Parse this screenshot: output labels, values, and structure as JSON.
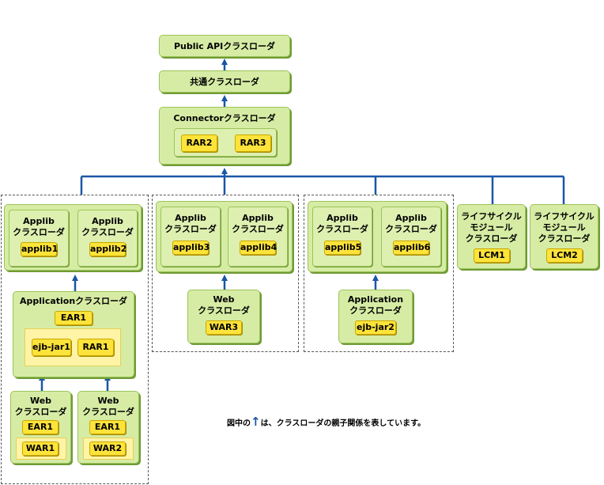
{
  "public_api": "Public APIクラスローダ",
  "common": "共通クラスローダ",
  "connector": {
    "title": "Connectorクラスローダ",
    "rars": [
      "RAR2",
      "RAR3"
    ]
  },
  "group1": {
    "applibs": [
      {
        "line1": "Applib",
        "line2": "クラスローダ",
        "chip": "applib1"
      },
      {
        "line1": "Applib",
        "line2": "クラスローダ",
        "chip": "applib2"
      }
    ],
    "application": {
      "title": "Applicationクラスローダ",
      "ear": "EAR1",
      "items": [
        "ejb-jar1",
        "RAR1"
      ]
    },
    "webs": [
      {
        "line1": "Web",
        "line2": "クラスローダ",
        "ear": "EAR1",
        "war": "WAR1"
      },
      {
        "line1": "Web",
        "line2": "クラスローダ",
        "ear": "EAR1",
        "war": "WAR2"
      }
    ]
  },
  "group2": {
    "applibs": [
      {
        "line1": "Applib",
        "line2": "クラスローダ",
        "chip": "applib3"
      },
      {
        "line1": "Applib",
        "line2": "クラスローダ",
        "chip": "applib4"
      }
    ],
    "web": {
      "line1": "Web",
      "line2": "クラスローダ",
      "war": "WAR3"
    }
  },
  "group3": {
    "applibs": [
      {
        "line1": "Applib",
        "line2": "クラスローダ",
        "chip": "applib5"
      },
      {
        "line1": "Applib",
        "line2": "クラスローダ",
        "chip": "applib6"
      }
    ],
    "application": {
      "line1": "Application",
      "line2": "クラスローダ",
      "chip": "ejb-jar2"
    }
  },
  "lcms": [
    {
      "line1": "ライフサイクル",
      "line2": "モジュール",
      "line3": "クラスローダ",
      "chip": "LCM1"
    },
    {
      "line1": "ライフサイクル",
      "line2": "モジュール",
      "line3": "クラスローダ",
      "chip": "LCM2"
    }
  ],
  "note": {
    "prefix": "図中の",
    "suffix": "は、クラスローダの親子関係を表しています。"
  },
  "colors": {
    "node_fill": "#d6eca4",
    "chip_fill": "#fde33a",
    "arrow": "#1a56a6"
  }
}
